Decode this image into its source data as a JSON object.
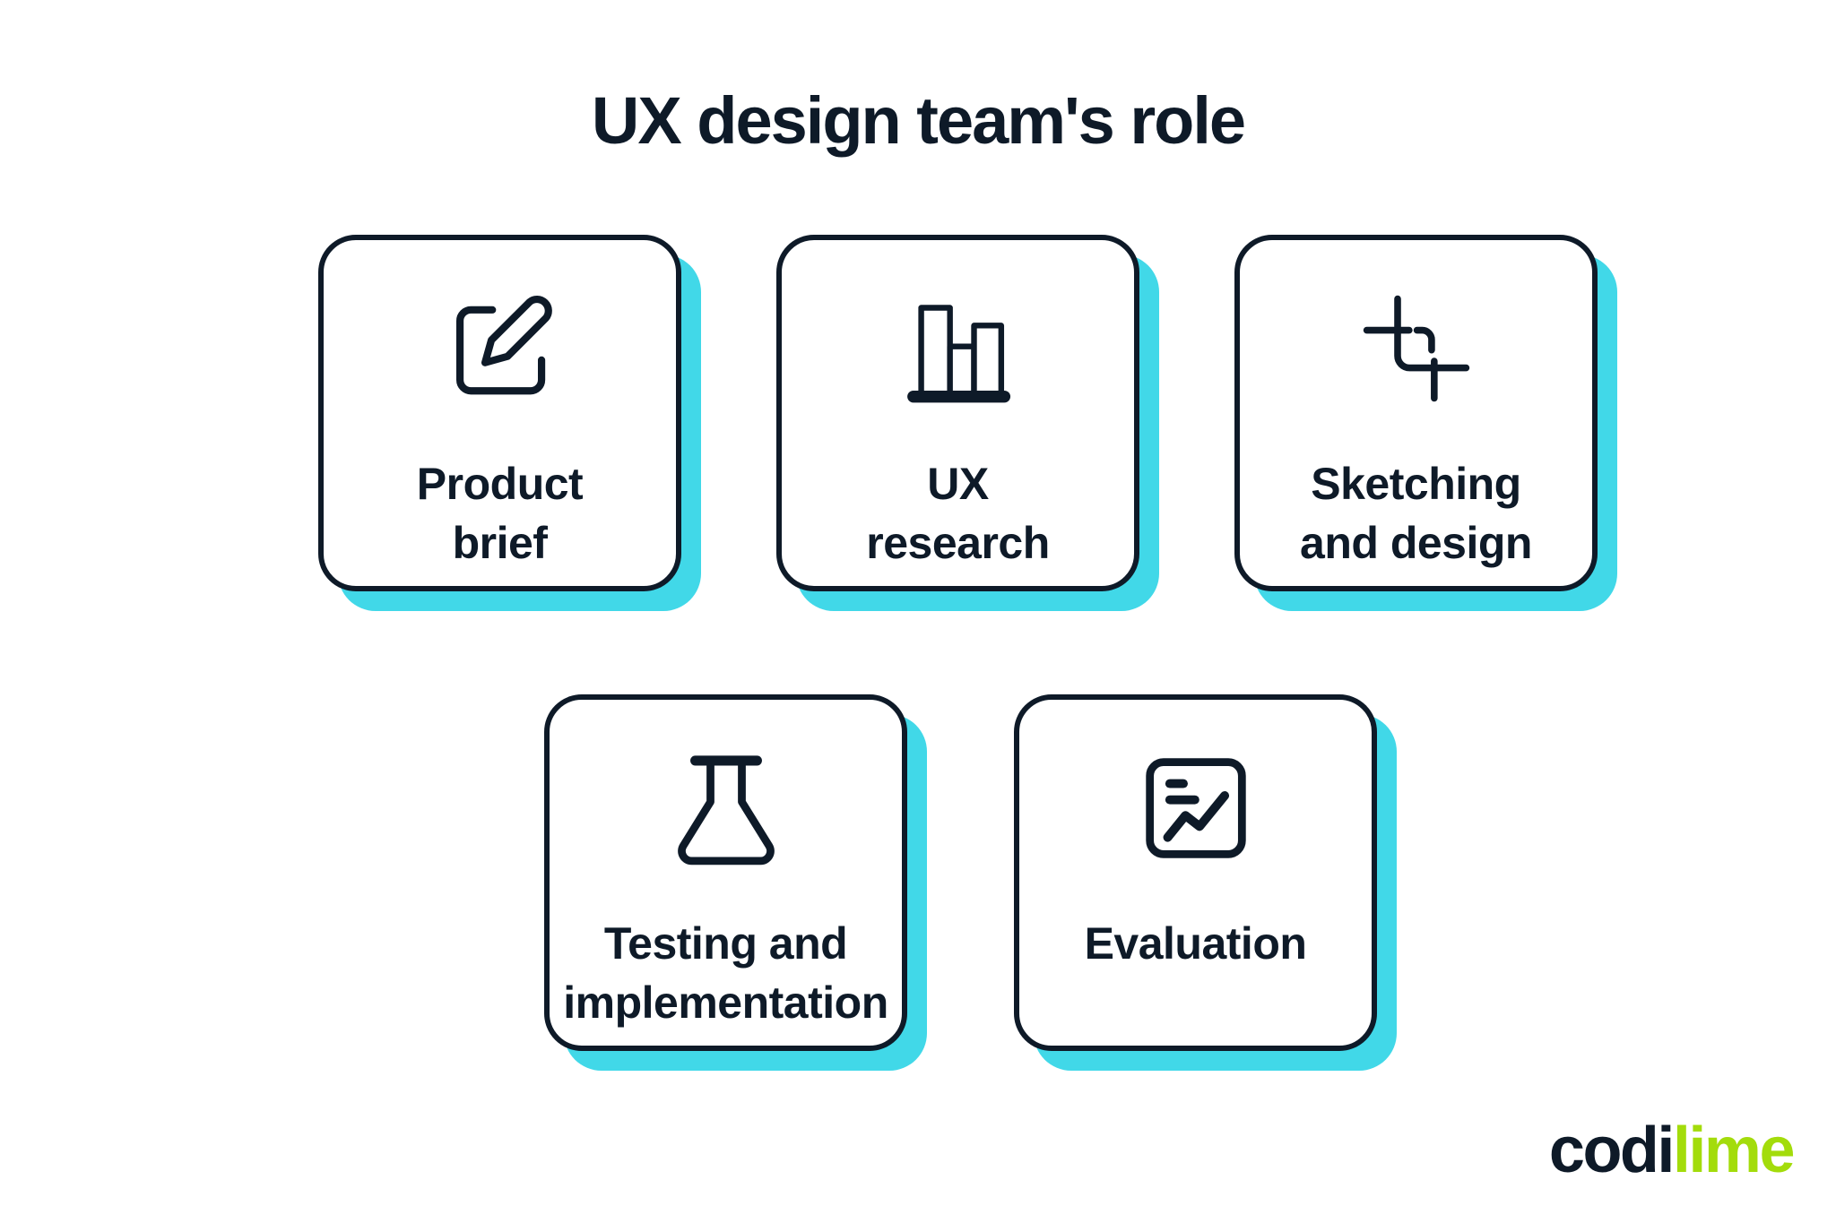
{
  "title": "UX design team's role",
  "cards": [
    {
      "id": "product-brief",
      "icon": "edit-icon",
      "label": "Product\nbrief"
    },
    {
      "id": "ux-research",
      "icon": "bar-chart-icon",
      "label": "UX\nresearch"
    },
    {
      "id": "sketching-and-design",
      "icon": "crop-icon",
      "label": "Sketching\nand design"
    },
    {
      "id": "testing-implementation",
      "icon": "flask-icon",
      "label": "Testing and\nimplementation"
    },
    {
      "id": "evaluation",
      "icon": "line-chart-icon",
      "label": "Evaluation"
    }
  ],
  "logo": {
    "prefix": "codi",
    "suffix": "lime"
  },
  "colors": {
    "navy": "#0E1A28",
    "cyan": "#41D8E8",
    "lime": "#A3DC0B",
    "background": "#FFFFFF"
  }
}
